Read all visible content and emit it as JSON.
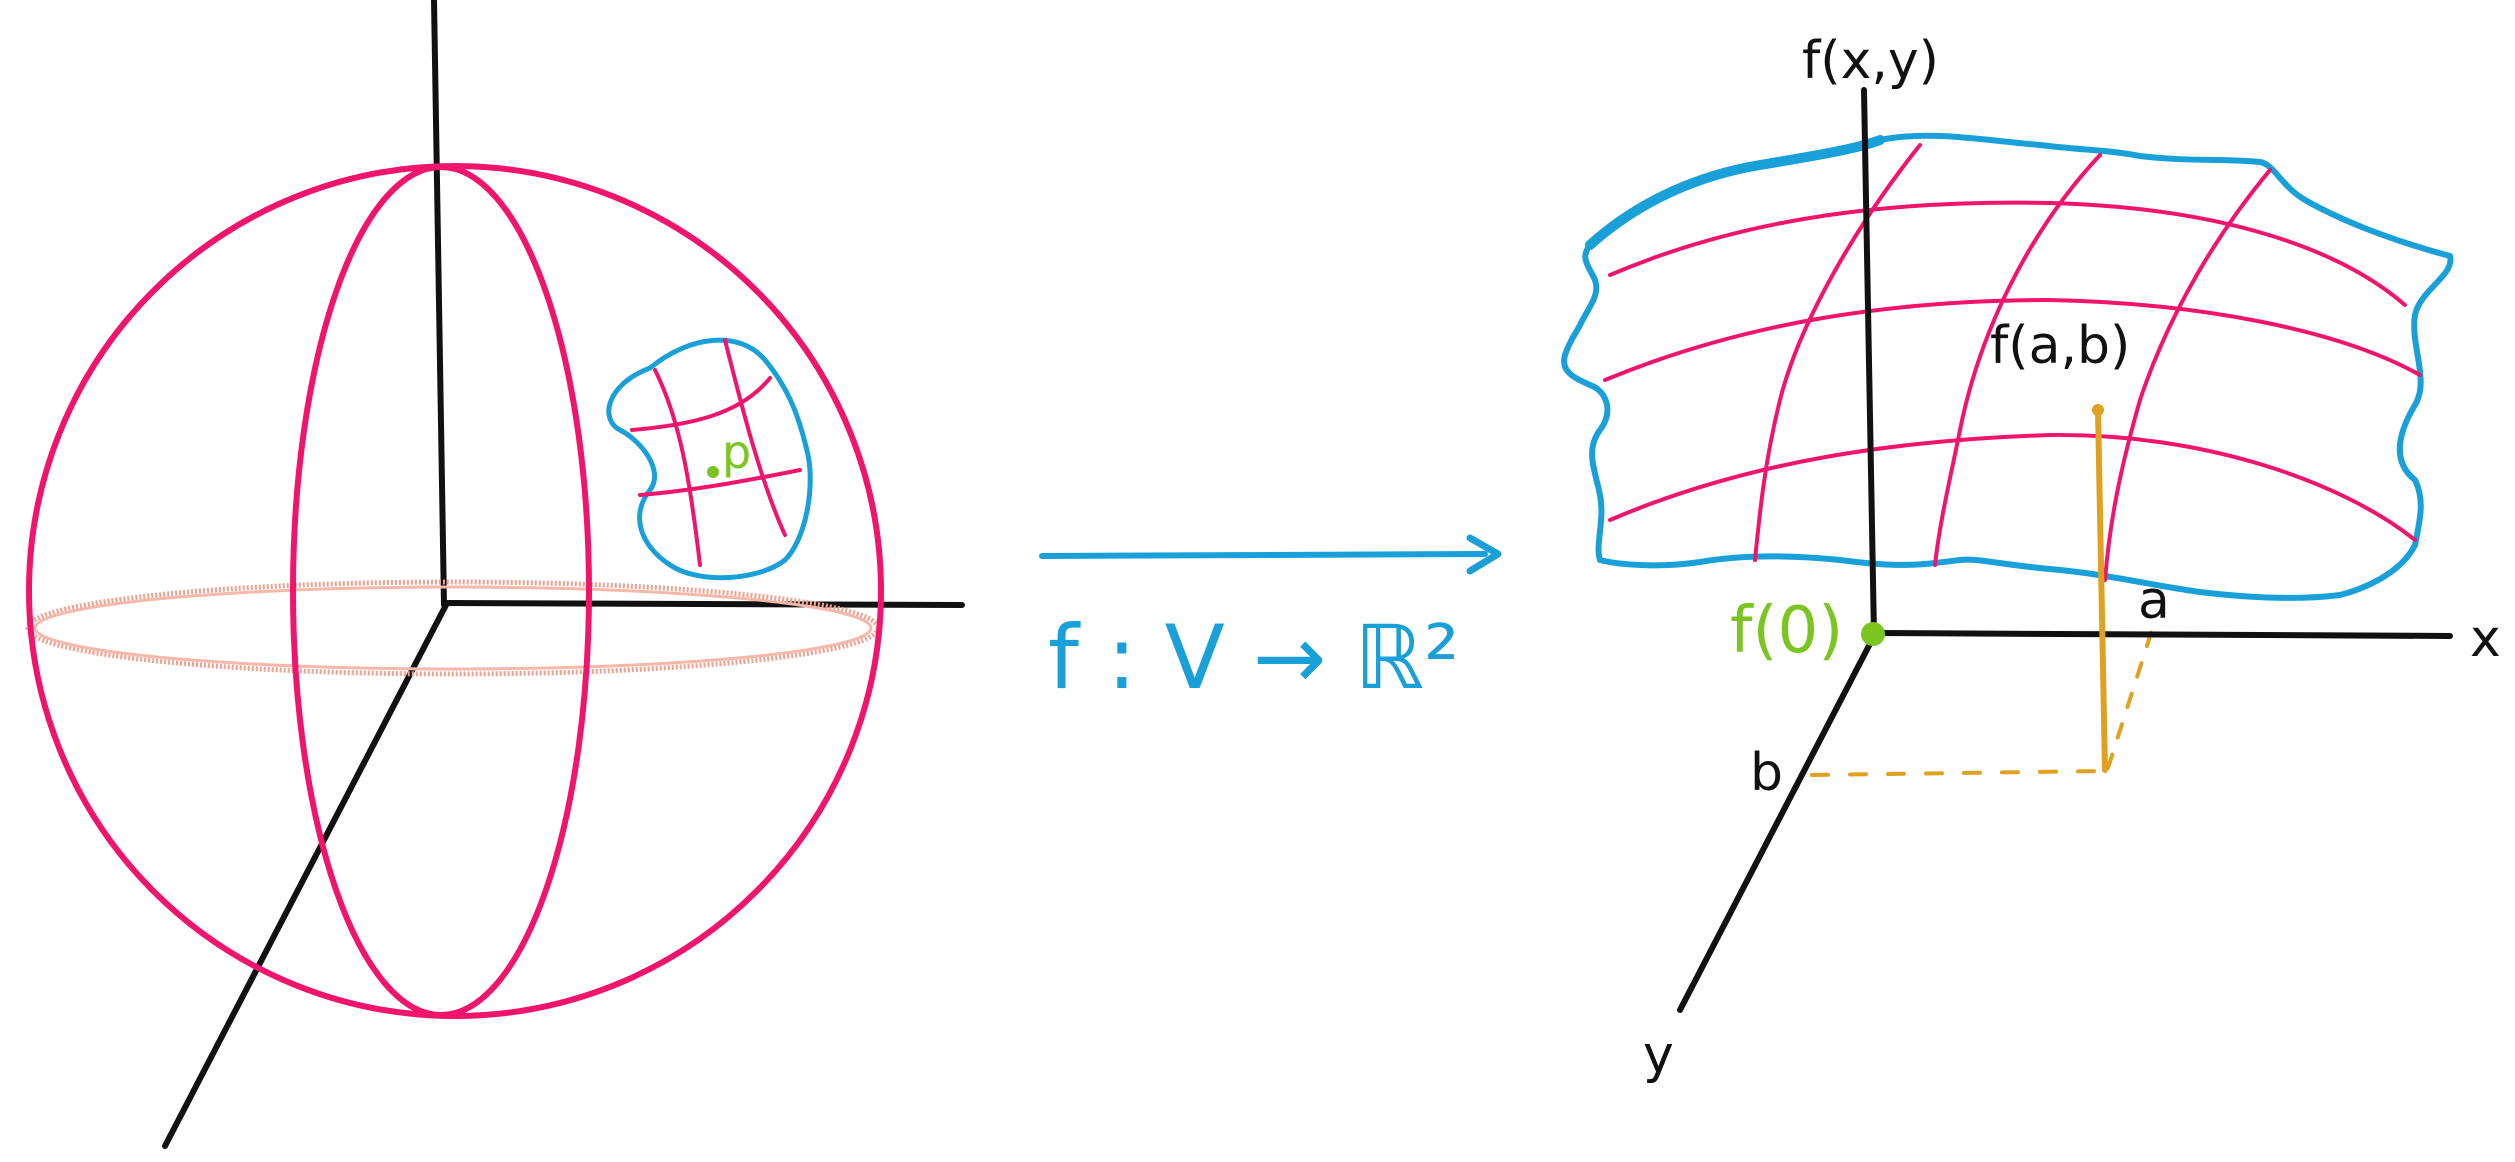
{
  "colors": {
    "sphere": "#f0146c",
    "equator": "#f2a08f",
    "axis": "#111111",
    "patch": "#1aa0d8",
    "grid": "#f0146c",
    "point": "#7ac520",
    "projection": "#e0a020",
    "arrow": "#1aa0d8"
  },
  "labels": {
    "point_p": "p",
    "map": "f : V → ℝ²",
    "z_axis": "f(x,y)",
    "x_axis": "x",
    "y_axis": "y",
    "origin": "f(0)",
    "value": "f(a,b)",
    "a": "a",
    "b": "b"
  }
}
